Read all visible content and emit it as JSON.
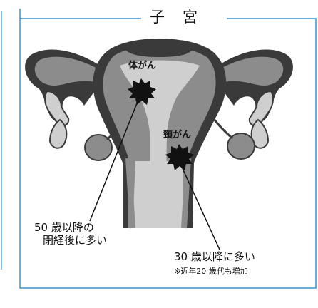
{
  "diagram": {
    "title": "子　宮",
    "labels": {
      "body_cancer": "体がん",
      "cervical_cancer": "頸がん",
      "body_note_line1": "50 歳以降の",
      "body_note_line2": "閉経後に多い",
      "cervical_note": "30 歳以降に多い",
      "cervical_subnote": "※近年20 歳代も増加"
    },
    "colors": {
      "frame": "#3a93cf",
      "dark": "#3a3a3a",
      "mid": "#8c8c8c",
      "light": "#cfcfcf",
      "tumor": "#111111"
    }
  }
}
